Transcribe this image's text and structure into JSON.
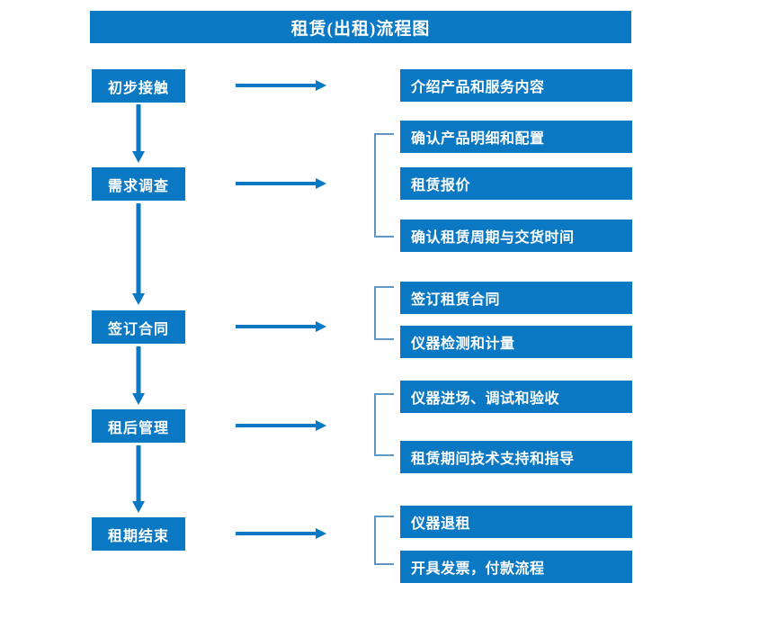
{
  "diagram": {
    "title": "租赁(出租)流程图",
    "colors": {
      "primary_blue": "#0A78C2",
      "bracket_blue": "#5E96C6",
      "text_white": "#FFFFFF",
      "background": "#FFFFFF"
    },
    "stages": [
      {
        "label": "初步接触"
      },
      {
        "label": "需求调查"
      },
      {
        "label": "签订合同"
      },
      {
        "label": "租后管理"
      },
      {
        "label": "租期结束"
      }
    ],
    "details": [
      {
        "label": "介绍产品和服务内容"
      },
      {
        "label": "确认产品明细和配置"
      },
      {
        "label": "租赁报价"
      },
      {
        "label": "确认租赁周期与交货时间"
      },
      {
        "label": "签订租赁合同"
      },
      {
        "label": "仪器检测和计量"
      },
      {
        "label": "仪器进场、调试和验收"
      },
      {
        "label": "租赁期间技术支持和指导"
      },
      {
        "label": "仪器退租"
      },
      {
        "label": "开具发票，付款流程"
      }
    ],
    "groups": [
      {
        "stage": "需求调查",
        "members": [
          "确认产品明细和配置",
          "租赁报价",
          "确认租赁周期与交货时间"
        ]
      },
      {
        "stage": "签订合同",
        "members": [
          "签订租赁合同",
          "仪器检测和计量"
        ]
      },
      {
        "stage": "租后管理",
        "members": [
          "仪器进场、调试和验收",
          "租赁期间技术支持和指导"
        ]
      },
      {
        "stage": "租期结束",
        "members": [
          "仪器退租",
          "开具发票，付款流程"
        ]
      }
    ],
    "flow_connections": [
      {
        "from": "初步接触",
        "to": "需求调查",
        "direction": "down"
      },
      {
        "from": "需求调查",
        "to": "签订合同",
        "direction": "down"
      },
      {
        "from": "签订合同",
        "to": "租后管理",
        "direction": "down"
      },
      {
        "from": "租后管理",
        "to": "租期结束",
        "direction": "down"
      },
      {
        "from": "初步接触",
        "to": "介绍产品和服务内容",
        "direction": "right"
      },
      {
        "from": "需求调查",
        "to": "确认产品明细和配置",
        "direction": "right"
      },
      {
        "from": "签订合同",
        "to": "签订租赁合同",
        "direction": "right"
      },
      {
        "from": "租后管理",
        "to": "仪器进场、调试和验收",
        "direction": "right"
      },
      {
        "from": "租期结束",
        "to": "仪器退租",
        "direction": "right"
      }
    ]
  }
}
